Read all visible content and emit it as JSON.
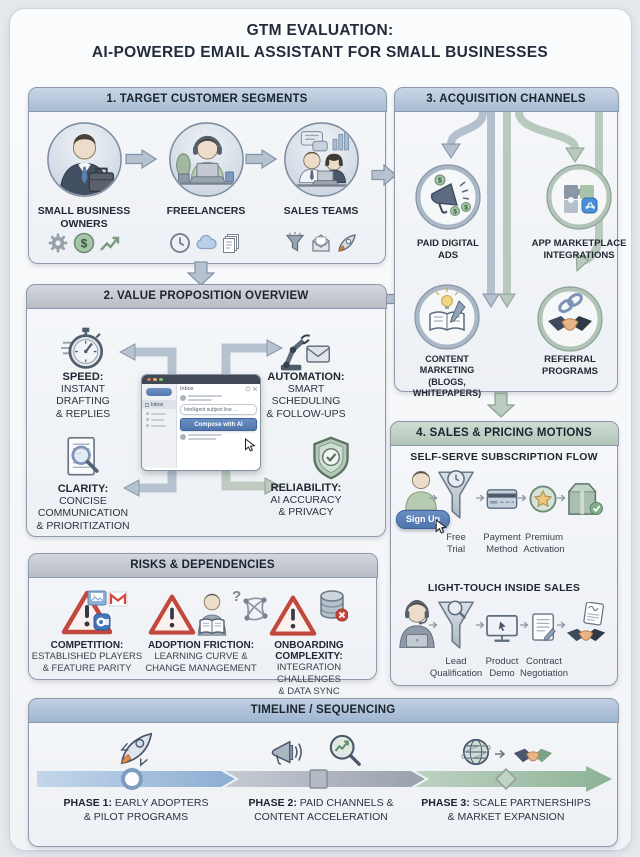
{
  "title": {
    "line1": "GTM EVALUATION:",
    "line2": "AI-POWERED EMAIL ASSISTANT FOR SMALL BUSINESSES"
  },
  "s1": {
    "header": "1. TARGET CUSTOMER SEGMENTS",
    "items": [
      {
        "label": "SMALL BUSINESS\nOWNERS",
        "icon": "business-owner-icon",
        "sub_icons": [
          "gear-icon",
          "dollar-coin-icon",
          "growth-arrow-icon"
        ]
      },
      {
        "label": "FREELANCERS",
        "icon": "freelancer-icon",
        "sub_icons": [
          "clock-icon",
          "cloud-icon",
          "documents-icon"
        ]
      },
      {
        "label": "SALES TEAMS",
        "icon": "sales-team-icon",
        "sub_icons": [
          "funnel-icon",
          "open-mail-icon",
          "rocket-icon"
        ]
      }
    ]
  },
  "s2": {
    "header": "2. VALUE PROPOSITION OVERVIEW",
    "items": [
      {
        "title": "SPEED:",
        "desc": "INSTANT DRAFTING\n& REPLIES",
        "icon": "stopwatch-icon"
      },
      {
        "title": "AUTOMATION:",
        "desc": "SMART SCHEDULING\n& FOLLOW-UPS",
        "icon": "robot-arm-mail-icon"
      },
      {
        "title": "CLARITY:",
        "desc": "CONCISE\nCOMMUNICATION\n& PRIORITIZATION",
        "icon": "document-magnifier-icon"
      },
      {
        "title": "RELIABILITY:",
        "desc": "AI ACCURACY\n& PRIVACY",
        "icon": "shield-check-icon"
      }
    ],
    "window": {
      "sidebar_item": "Inbox",
      "list_header": "Inbox",
      "tooltip": "Intelligent subject line ...",
      "button": "Compose with AI"
    }
  },
  "s3": {
    "header": "3. ACQUISITION CHANNELS",
    "items": [
      {
        "label": "PAID DIGITAL\nADS",
        "icon": "megaphone-ads-icon"
      },
      {
        "label": "APP MARKETPLACE\nINTEGRATIONS",
        "icon": "puzzle-appstore-icon"
      },
      {
        "label": "CONTENT\nMARKETING\n(BLOGS, WHITEPAPERS)",
        "icon": "book-lightbulb-icon"
      },
      {
        "label": "REFERRAL\nPROGRAMS",
        "icon": "handshake-link-icon"
      }
    ]
  },
  "s4": {
    "header": "4. SALES & PRICING MOTIONS",
    "flow1": {
      "title": "SELF-SERVE SUBSCRIPTION FLOW",
      "cta": "Sign Up",
      "steps": [
        "Free\nTrial",
        "Payment\nMethod",
        "Premium\nActivation"
      ],
      "icons": [
        "signup-person-icon",
        "funnel-clock-icon",
        "credit-card-icon",
        "star-badge-icon",
        "package-check-icon"
      ]
    },
    "flow2": {
      "title": "LIGHT-TOUCH INSIDE SALES",
      "steps": [
        "Lead\nQualification",
        "Product\nDemo",
        "Contract\nNegotiation"
      ],
      "icons": [
        "headset-agent-icon",
        "funnel-magnifier-icon",
        "monitor-cursor-icon",
        "contract-pen-icon",
        "handshake-doc-icon"
      ]
    }
  },
  "risks": {
    "header": "RISKS & DEPENDENCIES",
    "items": [
      {
        "title": "COMPETITION:",
        "desc": "ESTABLISHED PLAYERS\n& FEATURE PARITY",
        "icons": [
          "warning-triangle-icon",
          "photo-mail-icon",
          "gmail-icon",
          "outlook-icon"
        ]
      },
      {
        "title": "ADOPTION FRICTION:",
        "desc": "LEARNING CURVE &\nCHANGE MANAGEMENT",
        "icons": [
          "warning-triangle-icon",
          "person-reading-icon",
          "question-mark"
        ]
      },
      {
        "title": "ONBOARDING COMPLEXITY:",
        "desc": "INTEGRATION CHALLENGES\n& DATA SYNC",
        "icons": [
          "network-tangle-icon",
          "warning-triangle-icon",
          "database-error-icon"
        ]
      }
    ]
  },
  "timeline": {
    "header": "TIMELINE / SEQUENCING",
    "phases": [
      {
        "prefix": "PHASE 1:",
        "text": " EARLY ADOPTERS\n& PILOT PROGRAMS",
        "marker": "circle",
        "icons": [
          "rocket-icon"
        ]
      },
      {
        "prefix": "PHASE 2:",
        "text": " PAID CHANNELS &\nCONTENT ACCELERATION",
        "marker": "square",
        "icons": [
          "megaphone-icon",
          "chart-magnifier-icon"
        ]
      },
      {
        "prefix": "PHASE 3:",
        "text": " SCALE PARTNERSHIPS\n& MARKET EXPANSION",
        "marker": "diamond",
        "icons": [
          "globe-icon",
          "handshake-icon"
        ]
      }
    ]
  },
  "glyphs": {
    "dollar": "$",
    "question": "?"
  },
  "colors": {
    "page_bg": "#e5e8ed",
    "panel_bg": "#f3f5f8",
    "panel_border": "#8e9aab",
    "header_blue": "#a8bcd3",
    "header_gray": "#b7bcc6",
    "header_green": "#b2c6b8",
    "header_steel": "#9fb6d1",
    "arrow_gray": "#b6c2d0",
    "arrow_green": "#bccdc0",
    "warning_red": "#c2473c",
    "cta_blue": "#5379ae",
    "coin_green": "#a6c6a8",
    "phase1_blue": "#9db9d8",
    "phase2_gray": "#aab1bb",
    "phase3_green": "#a3c1aa"
  }
}
